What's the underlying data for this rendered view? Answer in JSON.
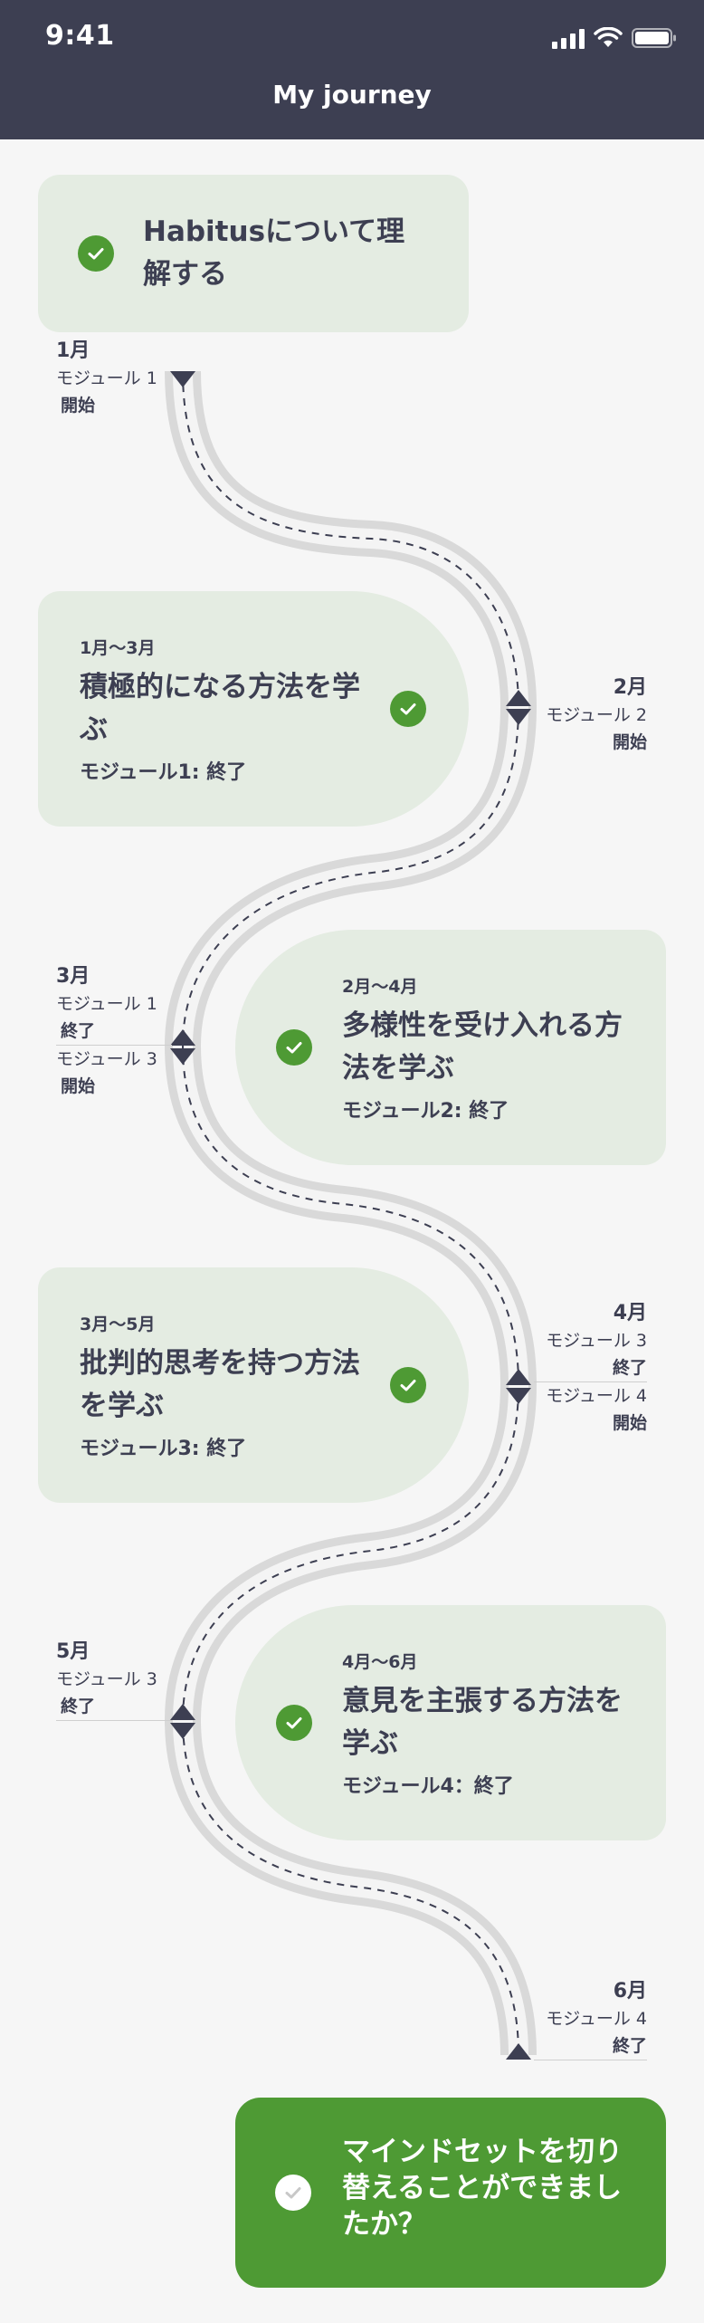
{
  "status_bar": {
    "time": "9:41"
  },
  "header": {
    "title": "My journey"
  },
  "cards": [
    {
      "range": "",
      "title": "Habitusについて理解する",
      "module": "",
      "done": true
    },
    {
      "range": "1月～3月",
      "title": "積極的になる方法を学ぶ",
      "module": "モジュール1: 終了",
      "done": true
    },
    {
      "range": "2月～4月",
      "title": "多様性を受け入れる方法を学ぶ",
      "module": "モジュール2: 終了",
      "done": true
    },
    {
      "range": "3月～5月",
      "title": "批判的思考を持つ方法を学ぶ",
      "module": "モジュール3: 終了",
      "done": true
    },
    {
      "range": "4月～6月",
      "title": "意見を主張する方法を学ぶ",
      "module": "モジュール4：終了",
      "done": true
    }
  ],
  "milestones": [
    {
      "month": "1月",
      "entries": [
        {
          "module": "モジュール 1",
          "status": "開始"
        }
      ]
    },
    {
      "month": "2月",
      "entries": [
        {
          "module": "モジュール 2",
          "status": "開始"
        }
      ]
    },
    {
      "month": "3月",
      "entries": [
        {
          "module": "モジュール 1",
          "status": "終了"
        },
        {
          "module": "モジュール 3",
          "status": "開始"
        }
      ]
    },
    {
      "month": "4月",
      "entries": [
        {
          "module": "モジュール 3",
          "status": "終了"
        },
        {
          "module": "モジュール 4",
          "status": "開始"
        }
      ]
    },
    {
      "month": "5月",
      "entries": [
        {
          "module": "モジュール 3",
          "status": "終了"
        }
      ]
    },
    {
      "month": "6月",
      "entries": [
        {
          "module": "モジュール 4",
          "status": "終了"
        }
      ]
    }
  ],
  "cta": {
    "label": "マインドセットを切り替えることができましたか？"
  },
  "colors": {
    "header_bg": "#3d3f52",
    "page_bg": "#f6f6f6",
    "card_bg": "#e4ece2",
    "accent_green": "#4e9a34",
    "road": "#d9d9d9",
    "text": "#3d3f52"
  },
  "icons": {
    "check": "check-icon",
    "signal": "signal-icon",
    "wifi": "wifi-icon",
    "battery": "battery-icon",
    "milestone": "diamond-marker-icon"
  }
}
